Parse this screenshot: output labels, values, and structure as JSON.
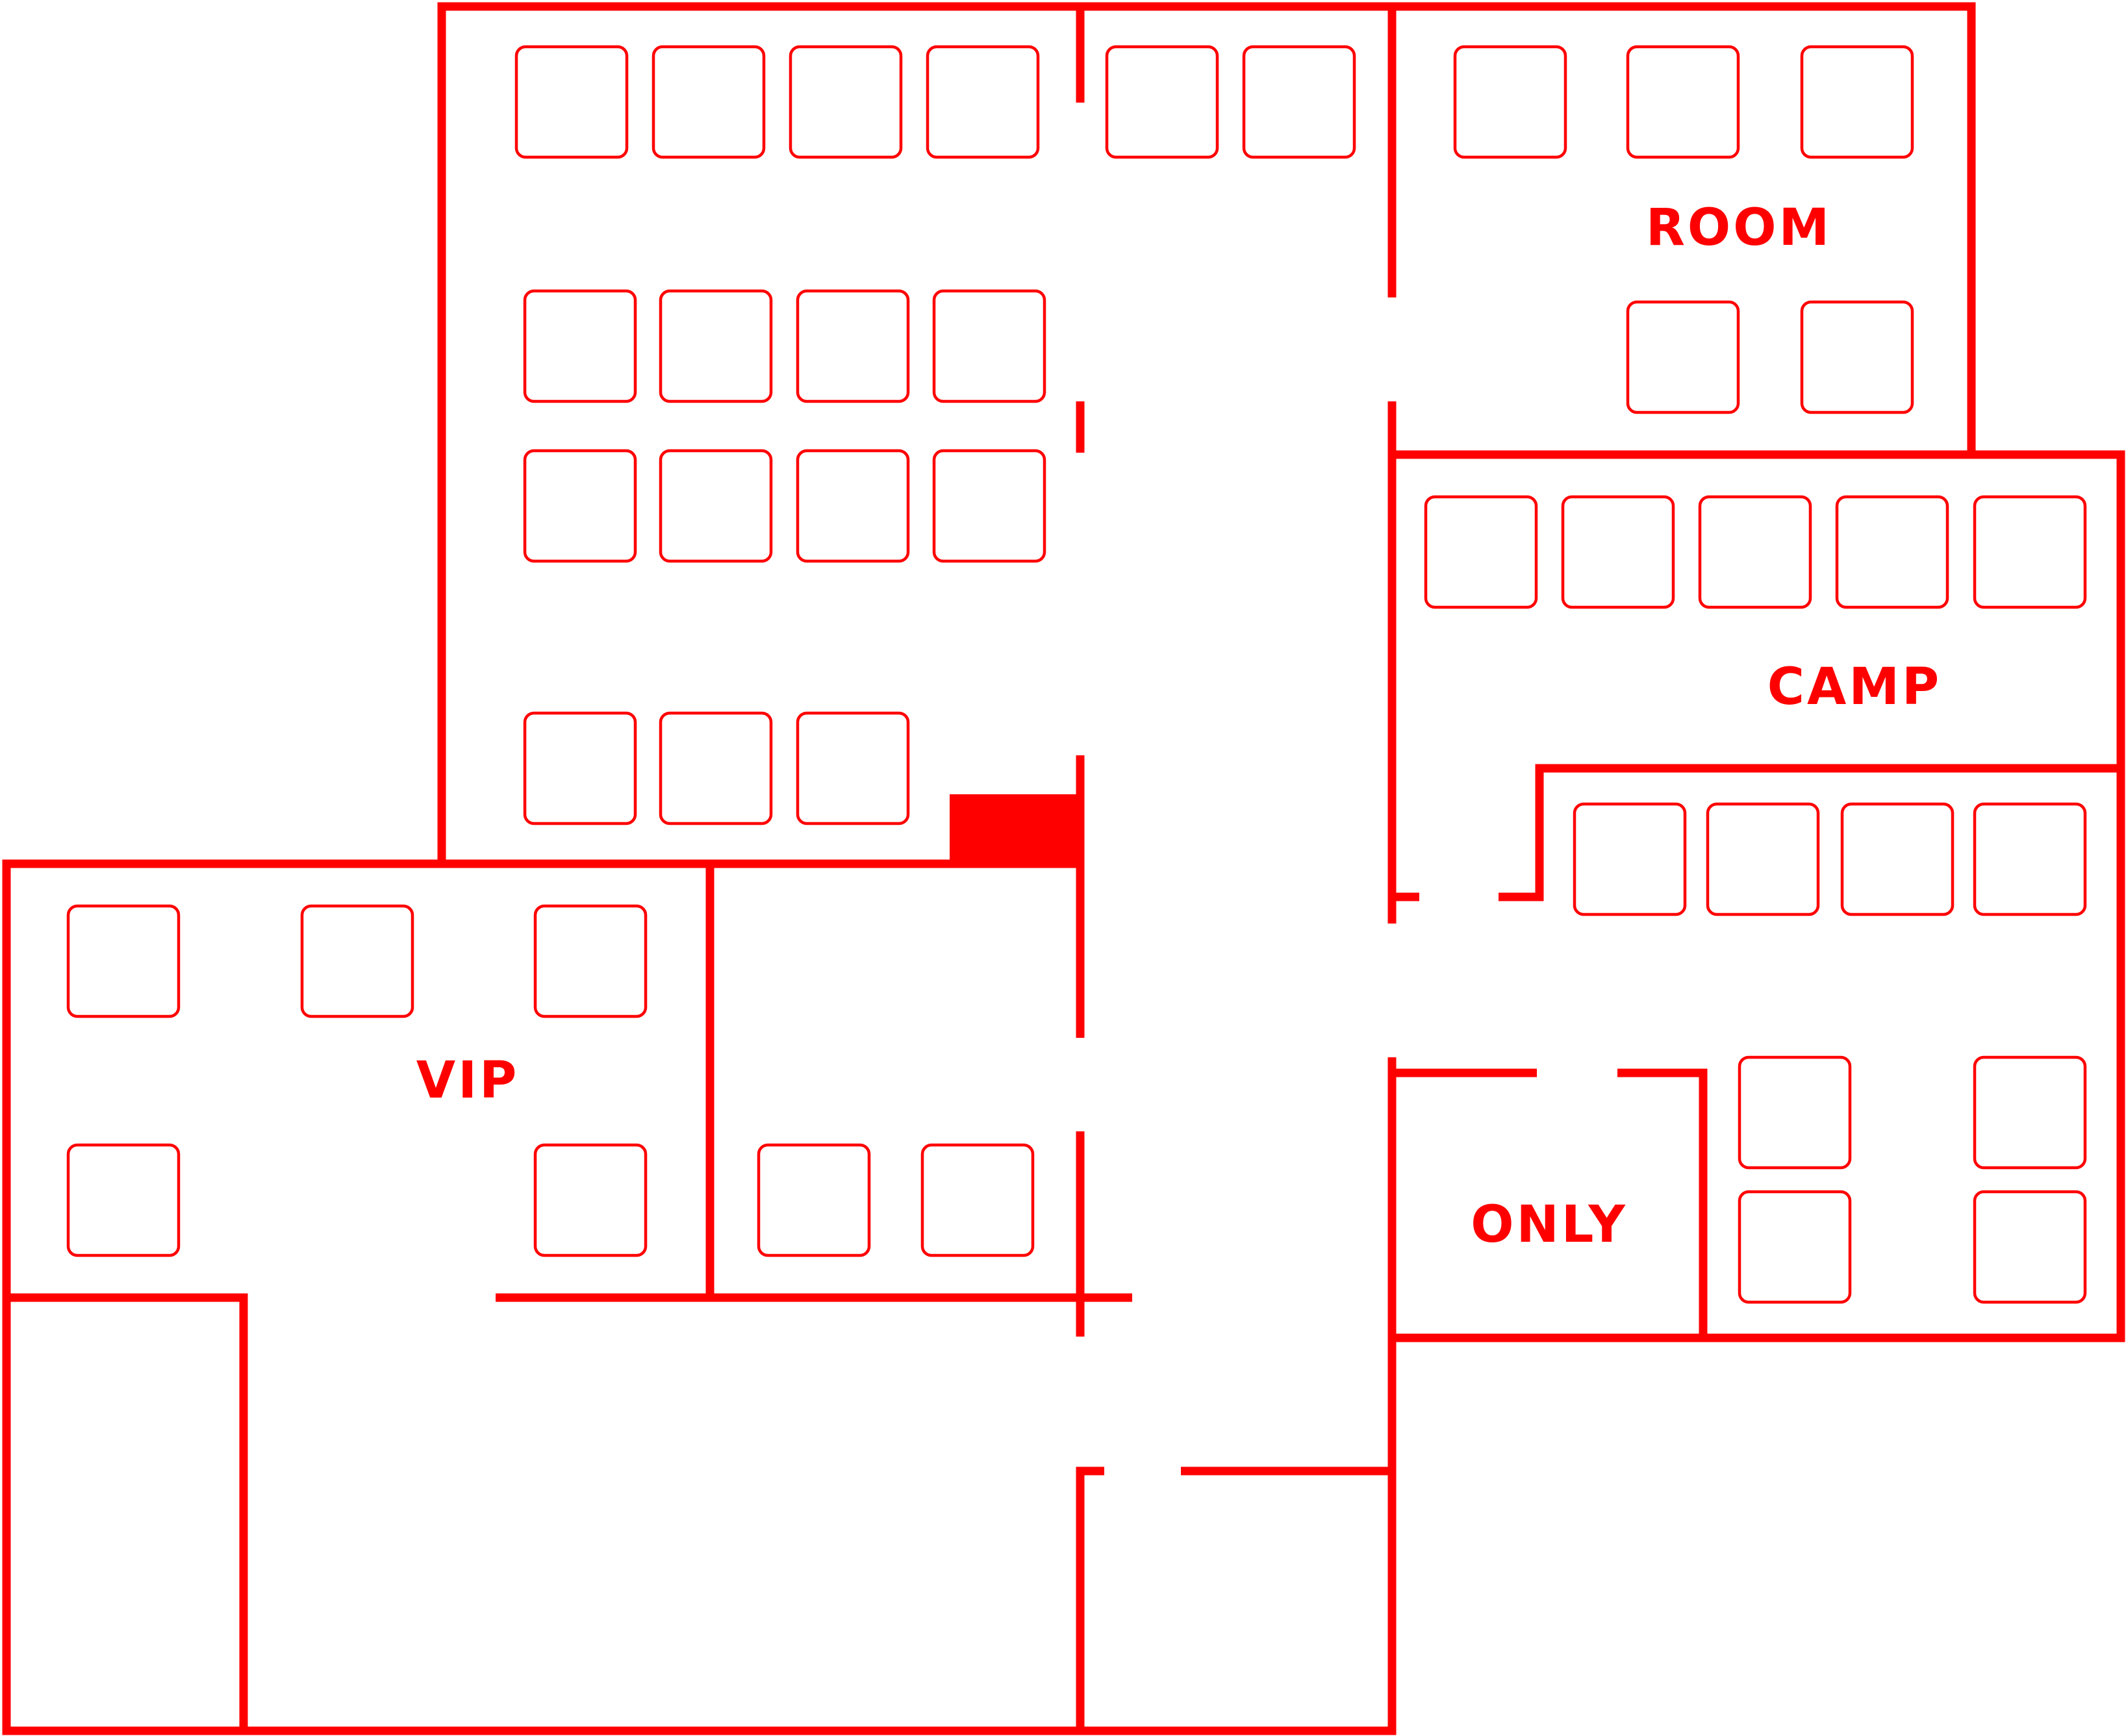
{
  "colors": {
    "wall": "#ff0000",
    "background": "#ffffff",
    "table_fill": "#ffffff"
  },
  "plan": {
    "labels": {
      "room": "ROOM",
      "camp": "CAMP",
      "vip": "VIP",
      "only": "ONLY"
    }
  }
}
